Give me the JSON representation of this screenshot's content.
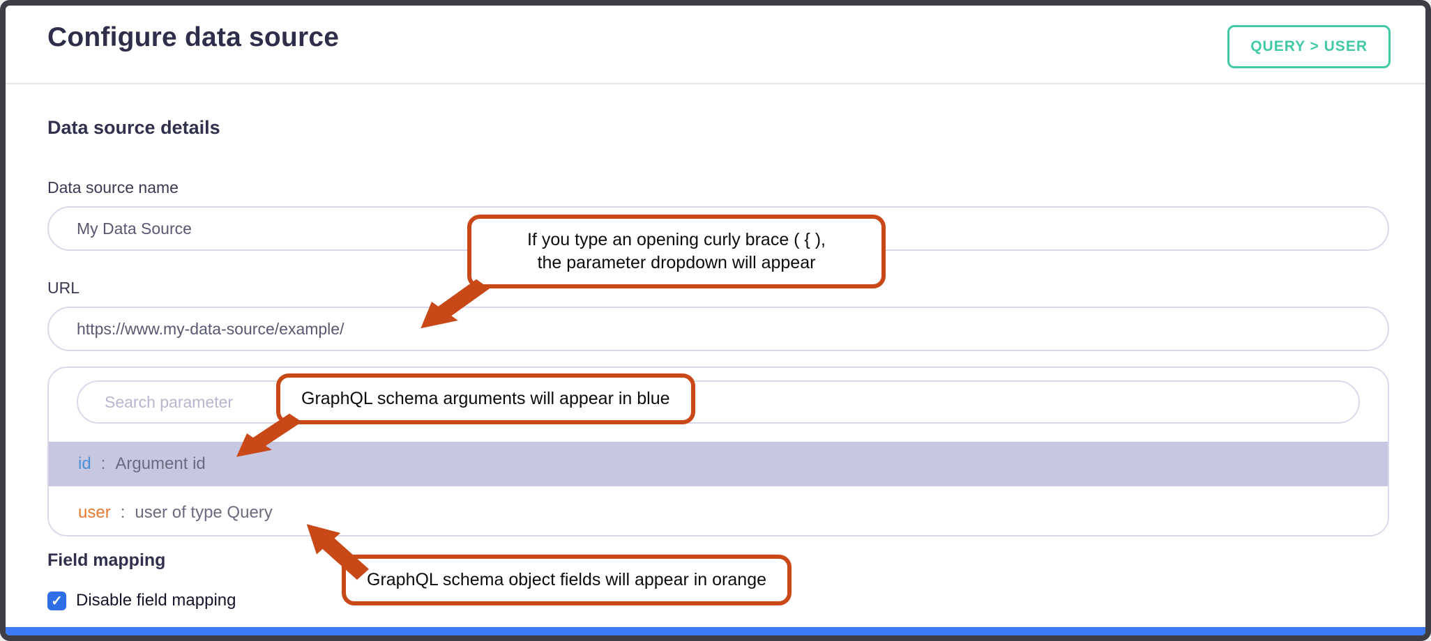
{
  "window": {
    "title": "Configure data source",
    "badge_label": "QUERY > USER"
  },
  "details": {
    "section_heading": "Data source details",
    "name_field": {
      "label": "Data source name",
      "value": "My Data Source"
    },
    "url_field": {
      "label": "URL",
      "value": "https://www.my-data-source/example/"
    }
  },
  "param_dropdown": {
    "search_placeholder": "Search parameter",
    "items": [
      {
        "name": "id",
        "colon": ":",
        "description": "Argument id",
        "color": "blue",
        "highlighted": true
      },
      {
        "name": "user",
        "colon": ":",
        "description": "user of type Query",
        "color": "orange",
        "highlighted": false
      }
    ]
  },
  "field_mapping": {
    "heading": "Field mapping",
    "checkbox_label": "Disable field mapping",
    "checkbox_checked": true,
    "check_glyph": "✓"
  },
  "annotations": {
    "callout_curly_line1": "If you type an opening curly brace ( { ),",
    "callout_curly_line2": "the parameter dropdown will appear",
    "callout_blue": "GraphQL schema arguments will appear in blue",
    "callout_orange": "GraphQL schema object fields will appear in orange"
  },
  "colors": {
    "accent_teal": "#41c9a5",
    "annotation_orange": "#c94818",
    "arg_blue": "#4a90d9",
    "field_orange": "#e8792e",
    "highlight_lavender": "#c7c7e1",
    "checkbox_blue": "#2f6fe6",
    "bottom_bar_blue": "#3b7bf7"
  }
}
